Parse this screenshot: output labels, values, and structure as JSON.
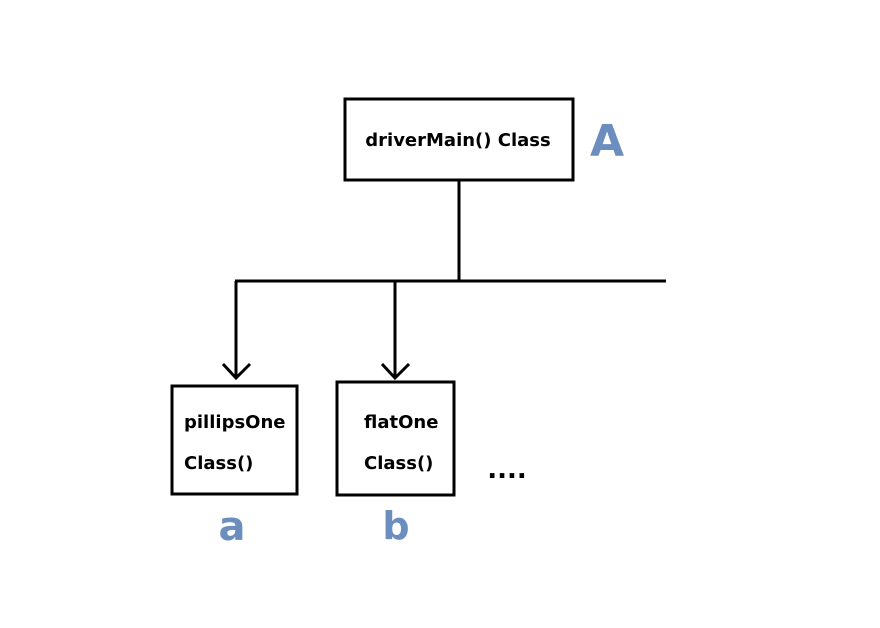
{
  "colors": {
    "label_letter": "#6b8ebf",
    "stroke": "#000000",
    "background": "#ffffff"
  },
  "main_class": {
    "label": "driverMain() Class",
    "letter": "A"
  },
  "child_a": {
    "line1": "pillipsOne",
    "line2": "Class()",
    "letter": "a"
  },
  "child_b": {
    "line1": "flatOne",
    "line2": "Class()",
    "letter": "b"
  },
  "ellipsis": "...."
}
